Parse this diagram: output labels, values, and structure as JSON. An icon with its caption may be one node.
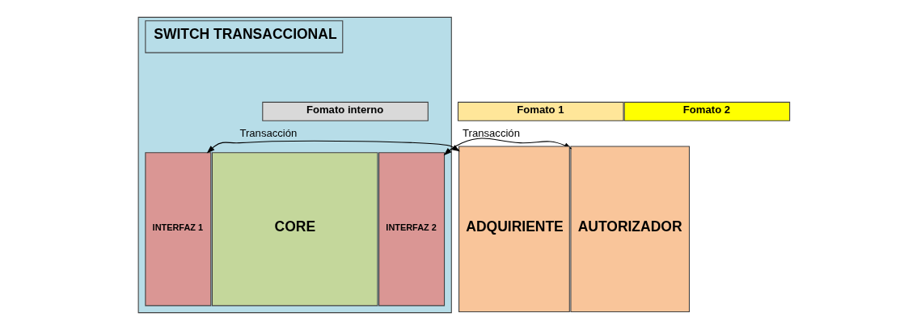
{
  "diagram": {
    "nodes": [
      {
        "text": [
          "SWITCH TRANSACCIONAL"
        ]
      },
      {
        "text": [
          "ADQUIRIENTE"
        ]
      },
      {
        "text": [
          "Fomato 1"
        ]
      },
      {
        "text": [
          "Fomato interno"
        ],
        "in": 0
      },
      {
        "text": [
          "Fomato 2"
        ]
      },
      {
        "text": [
          "INTERFAZ 1"
        ],
        "in": 0
      },
      {
        "text": [
          "CORE"
        ],
        "in": 0
      },
      {
        "text": [
          "INTERFAZ 2"
        ],
        "in": 0
      },
      {
        "text": [
          "AUTORIZADOR"
        ]
      }
    ],
    "edges": [
      {
        "from": 1,
        "to": 5,
        "arrow": "both",
        "label": "Transacción"
      },
      {
        "from": 7,
        "to": 8,
        "arrow": "both",
        "label": "Transacción"
      }
    ]
  }
}
